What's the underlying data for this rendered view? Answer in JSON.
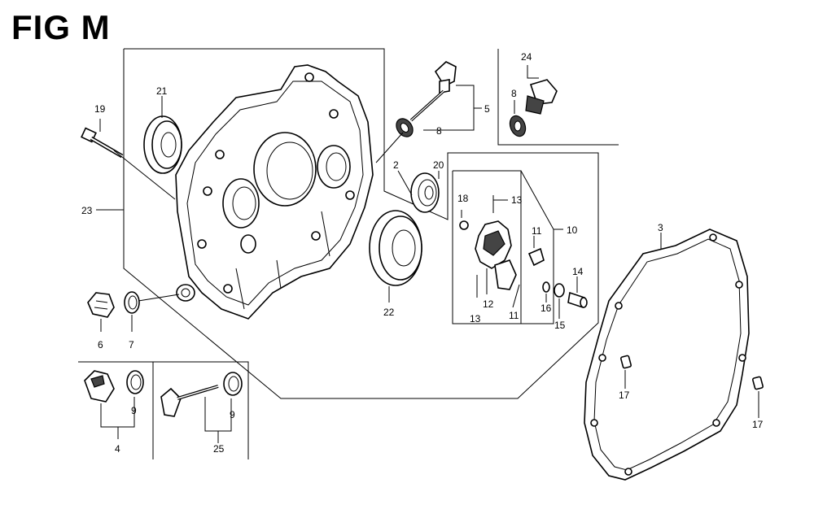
{
  "figure": {
    "title": "FIG M"
  },
  "callouts": [
    {
      "id": "c21",
      "text": "21"
    },
    {
      "id": "c19",
      "text": "19"
    },
    {
      "id": "c23",
      "text": "23"
    },
    {
      "id": "c6",
      "text": "6"
    },
    {
      "id": "c7",
      "text": "7"
    },
    {
      "id": "c4",
      "text": "4"
    },
    {
      "id": "c9a",
      "text": "9"
    },
    {
      "id": "c25",
      "text": "25"
    },
    {
      "id": "c9b",
      "text": "9"
    },
    {
      "id": "c5",
      "text": "5"
    },
    {
      "id": "c8a",
      "text": "8"
    },
    {
      "id": "c24",
      "text": "24"
    },
    {
      "id": "c8b",
      "text": "8"
    },
    {
      "id": "c2",
      "text": "2"
    },
    {
      "id": "c20",
      "text": "20"
    },
    {
      "id": "c22",
      "text": "22"
    },
    {
      "id": "c18",
      "text": "18"
    },
    {
      "id": "c13a",
      "text": "13"
    },
    {
      "id": "c10",
      "text": "10"
    },
    {
      "id": "c11a",
      "text": "11"
    },
    {
      "id": "c14",
      "text": "14"
    },
    {
      "id": "c12",
      "text": "12"
    },
    {
      "id": "c13b",
      "text": "13"
    },
    {
      "id": "c11b",
      "text": "11"
    },
    {
      "id": "c16",
      "text": "16"
    },
    {
      "id": "c15",
      "text": "15"
    },
    {
      "id": "c3",
      "text": "3"
    },
    {
      "id": "c17a",
      "text": "17"
    },
    {
      "id": "c17b",
      "text": "17"
    }
  ]
}
